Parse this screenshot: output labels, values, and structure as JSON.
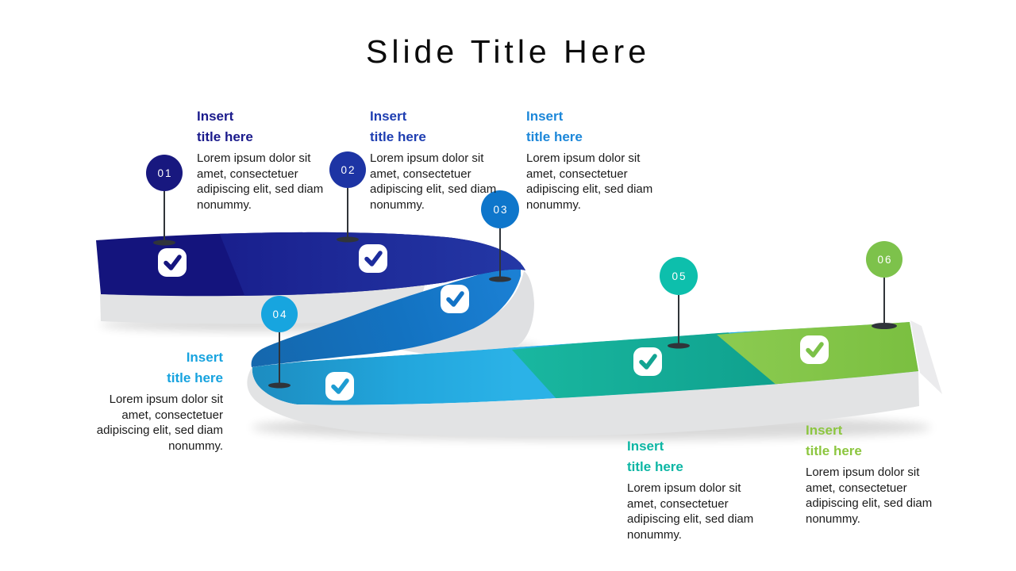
{
  "slide": {
    "title": "Slide Title Here",
    "background_color": "#FFFFFF"
  },
  "steps": [
    {
      "num": "01",
      "title_line1": "Insert",
      "title_line2": "title here",
      "body": "Lorem ipsum dolor sit amet, consectetuer adipiscing elit, sed diam nonummy.",
      "accent_color": "#1B1B8C",
      "circle_color": "#18187F",
      "icon": "checkmark-icon"
    },
    {
      "num": "02",
      "title_line1": "Insert",
      "title_line2": "title here",
      "body": "Lorem ipsum dolor sit amet, consectetuer adipiscing elit, sed diam nonummy.",
      "accent_color": "#1E3EB1",
      "circle_color": "#1D34A4",
      "icon": "checkmark-icon"
    },
    {
      "num": "03",
      "title_line1": "Insert",
      "title_line2": "title here",
      "body": "Lorem ipsum dolor sit amet, consectetuer adipiscing elit, sed diam nonummy.",
      "accent_color": "#1C87D9",
      "circle_color": "#0E76CB",
      "icon": "checkmark-icon"
    },
    {
      "num": "04",
      "title_line1": "Insert",
      "title_line2": "title here",
      "body": "Lorem ipsum dolor sit amet, consectetuer adipiscing elit, sed diam nonummy.",
      "accent_color": "#17A3DF",
      "circle_color": "#17A5DF",
      "icon": "checkmark-icon"
    },
    {
      "num": "05",
      "title_line1": "Insert",
      "title_line2": "title here",
      "body": "Lorem ipsum dolor sit amet, consectetuer adipiscing elit, sed diam nonummy.",
      "accent_color": "#0DB6A4",
      "circle_color": "#0DBFAC",
      "icon": "checkmark-icon"
    },
    {
      "num": "06",
      "title_line1": "Insert",
      "title_line2": "title here",
      "body": "Lorem ipsum dolor sit amet, consectetuer adipiscing elit, sed diam nonummy.",
      "accent_color": "#8CC63F",
      "circle_color": "#7DC24B",
      "icon": "checkmark-icon"
    }
  ],
  "ribbon": {
    "segment_colors": [
      "#14147D",
      "#1C2B9B",
      "#1374C8",
      "#22A6DC",
      "#14AB97",
      "#7EC34A"
    ],
    "side_color": "#E2E3E4"
  }
}
